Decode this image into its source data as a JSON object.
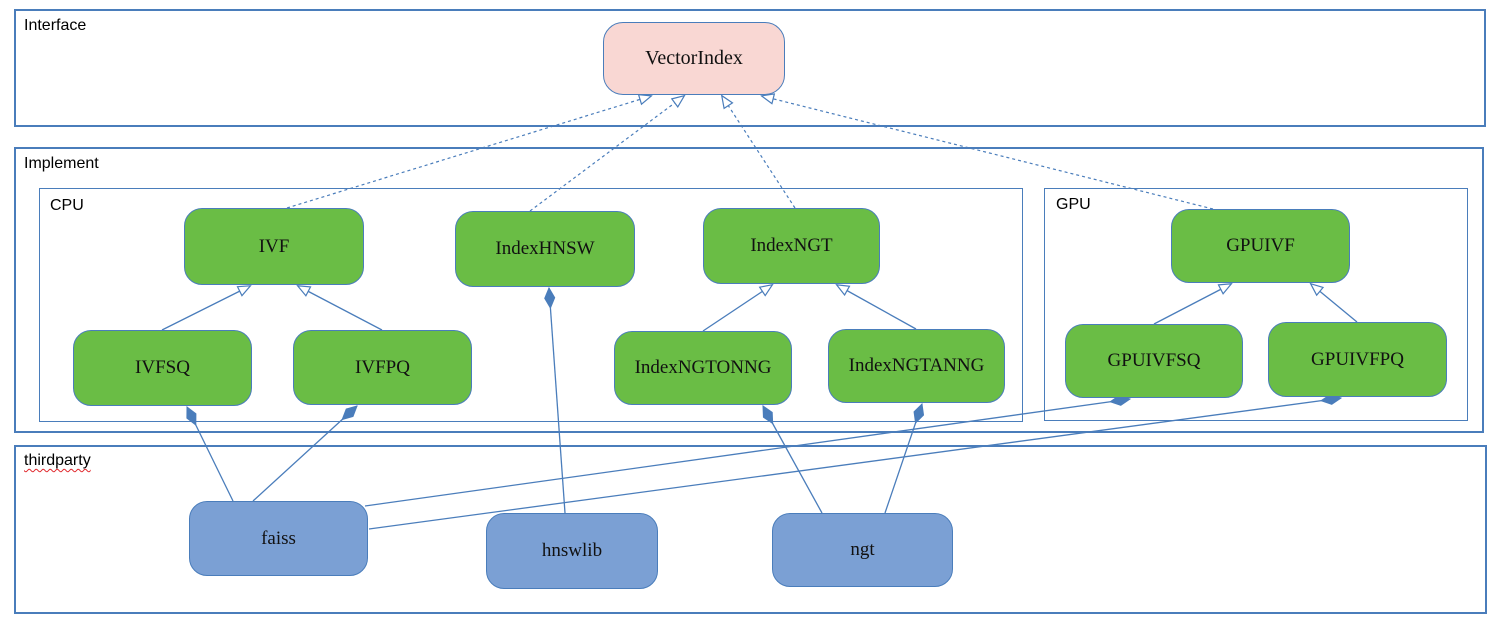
{
  "containers": {
    "interface": {
      "label": "Interface"
    },
    "implement": {
      "label": "Implement"
    },
    "cpu": {
      "label": "CPU"
    },
    "gpu": {
      "label": "GPU"
    },
    "thirdparty": {
      "label": "thirdparty"
    }
  },
  "nodes": {
    "vectorindex": {
      "label": "VectorIndex",
      "kind": "interface"
    },
    "ivf": {
      "label": "IVF",
      "kind": "implementation"
    },
    "indexhnsw": {
      "label": "IndexHNSW",
      "kind": "implementation"
    },
    "indexngt": {
      "label": "IndexNGT",
      "kind": "implementation"
    },
    "gpuivf": {
      "label": "GPUIVF",
      "kind": "implementation"
    },
    "ivfsq": {
      "label": "IVFSQ",
      "kind": "implementation"
    },
    "ivfpq": {
      "label": "IVFPQ",
      "kind": "implementation"
    },
    "indexngtonng": {
      "label": "IndexNGTONNG",
      "kind": "implementation"
    },
    "indexngtanng": {
      "label": "IndexNGTANNG",
      "kind": "implementation"
    },
    "gpuivfsq": {
      "label": "GPUIVFSQ",
      "kind": "implementation"
    },
    "gpuivfpq": {
      "label": "GPUIVFPQ",
      "kind": "implementation"
    },
    "faiss": {
      "label": "faiss",
      "kind": "thirdparty"
    },
    "hnswlib": {
      "label": "hnswlib",
      "kind": "thirdparty"
    },
    "ngt": {
      "label": "ngt",
      "kind": "thirdparty"
    }
  },
  "edges": [
    {
      "from": "ivf",
      "to": "vectorindex",
      "type": "realization",
      "points": [
        287,
        208,
        651,
        96
      ]
    },
    {
      "from": "indexhnsw",
      "to": "vectorindex",
      "type": "realization",
      "points": [
        530,
        211,
        684,
        96
      ]
    },
    {
      "from": "indexngt",
      "to": "vectorindex",
      "type": "realization",
      "points": [
        795,
        208,
        722,
        96
      ]
    },
    {
      "from": "gpuivf",
      "to": "vectorindex",
      "type": "realization",
      "points": [
        1213,
        209,
        762,
        96
      ]
    },
    {
      "from": "ivfsq",
      "to": "ivf",
      "type": "generalization",
      "points": [
        162,
        330,
        250,
        286
      ]
    },
    {
      "from": "ivfpq",
      "to": "ivf",
      "type": "generalization",
      "points": [
        382,
        330,
        298,
        286
      ]
    },
    {
      "from": "indexngtonng",
      "to": "indexngt",
      "type": "generalization",
      "points": [
        703,
        331,
        772,
        285
      ]
    },
    {
      "from": "indexngtanng",
      "to": "indexngt",
      "type": "generalization",
      "points": [
        916,
        329,
        837,
        285
      ]
    },
    {
      "from": "gpuivfsq",
      "to": "gpuivf",
      "type": "generalization",
      "points": [
        1154,
        324,
        1231,
        284
      ]
    },
    {
      "from": "gpuivfpq",
      "to": "gpuivf",
      "type": "generalization",
      "points": [
        1357,
        322,
        1311,
        284
      ]
    },
    {
      "from": "hnswlib",
      "to": "indexhnsw",
      "type": "composition",
      "points": [
        565,
        513,
        549,
        288
      ]
    },
    {
      "from": "faiss",
      "to": "ivfsq",
      "type": "composition",
      "points": [
        233,
        501,
        187,
        407
      ]
    },
    {
      "from": "faiss",
      "to": "ivfpq",
      "type": "composition",
      "points": [
        253,
        501,
        357,
        406
      ]
    },
    {
      "from": "ngt",
      "to": "indexngtonng",
      "type": "composition",
      "points": [
        822,
        513,
        763,
        406
      ]
    },
    {
      "from": "ngt",
      "to": "indexngtanng",
      "type": "composition",
      "points": [
        885,
        513,
        922,
        404
      ]
    },
    {
      "from": "faiss",
      "to": "gpuivfsq",
      "type": "composition",
      "points": [
        365,
        506,
        1130,
        399
      ]
    },
    {
      "from": "faiss",
      "to": "gpuivfpq",
      "type": "composition",
      "points": [
        369,
        529,
        1341,
        398
      ]
    }
  ],
  "colors": {
    "interface_fill": "#f9d7d3",
    "implementation_fill": "#6abd45",
    "thirdparty_fill": "#7ba0d4",
    "line_and_border": "#4a7dbb",
    "spellcheck_underline": "#e0262b"
  }
}
